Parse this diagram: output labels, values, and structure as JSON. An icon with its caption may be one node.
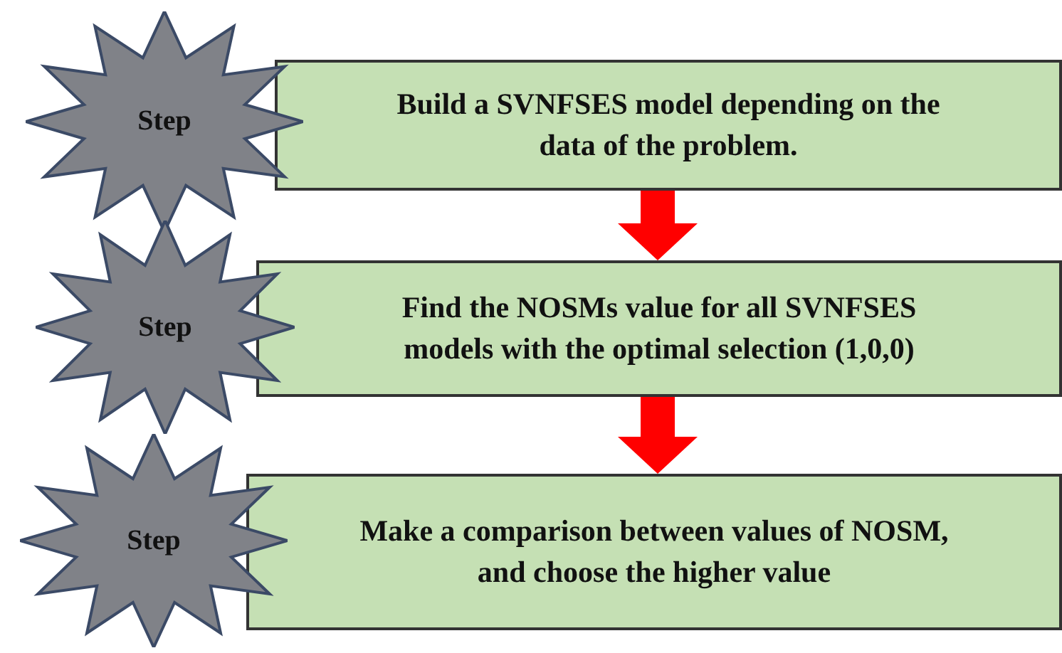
{
  "diagram": {
    "nodes": [
      {
        "text": [
          "Step"
        ]
      },
      {
        "text": [
          "Build a SVNFSES model depending on the data of the problem."
        ]
      },
      {
        "text": [
          "Step"
        ]
      },
      {
        "text": [
          "Find the NOSMs value for all SVNFSES models with the optimal selection (1,0,0)"
        ]
      },
      {
        "text": [
          "Step"
        ]
      },
      {
        "text": [
          "Make a comparison between values of NOSM, and choose the higher value"
        ]
      }
    ],
    "edges": [
      {
        "from": 1,
        "to": 3,
        "arrow": "to"
      },
      {
        "from": 3,
        "to": 5,
        "arrow": "to"
      }
    ]
  }
}
